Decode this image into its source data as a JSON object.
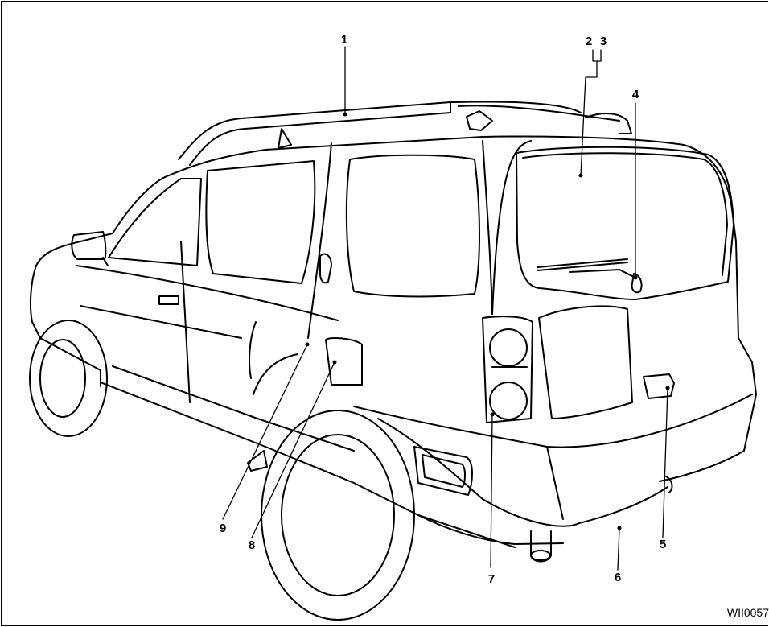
{
  "figure": {
    "code": "WII0057",
    "callouts": [
      "1",
      "2",
      "3",
      "4",
      "5",
      "6",
      "7",
      "8",
      "9"
    ]
  }
}
